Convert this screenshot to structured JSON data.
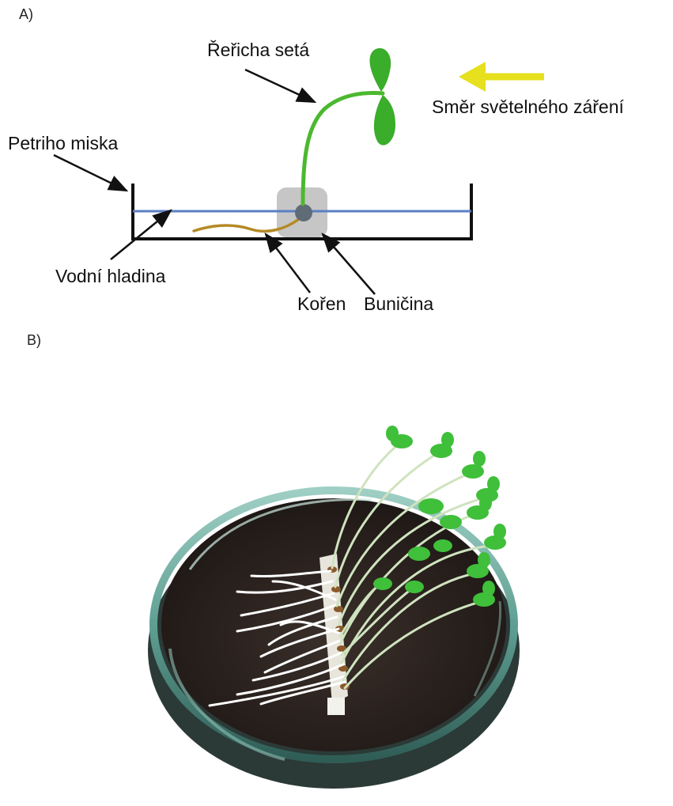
{
  "panels": {
    "a_label": "A)",
    "b_label": "B)"
  },
  "diagram_a": {
    "labels": {
      "plant": "Řeřicha setá",
      "light_direction": "Směr světelného záření",
      "petri_dish": "Petriho miska",
      "water_level": "Vodní hladina",
      "root": "Kořen",
      "cellulose": "Buničina"
    },
    "colors": {
      "stem": "#4cb82f",
      "leaves": "#3aad2a",
      "water_line": "#5a7fc4",
      "root": "#b58a25",
      "cellulose": "#c6c6c6",
      "seed": "#5f6b76",
      "light_arrow": "#e6e01e",
      "dish": "#111111"
    },
    "icons": {
      "light_arrow": "arrow-left-icon",
      "pointer_arrows": "arrow-pointer-icon"
    }
  },
  "photo_b": {
    "description_icon": "petri-dish-seedlings-photo"
  }
}
